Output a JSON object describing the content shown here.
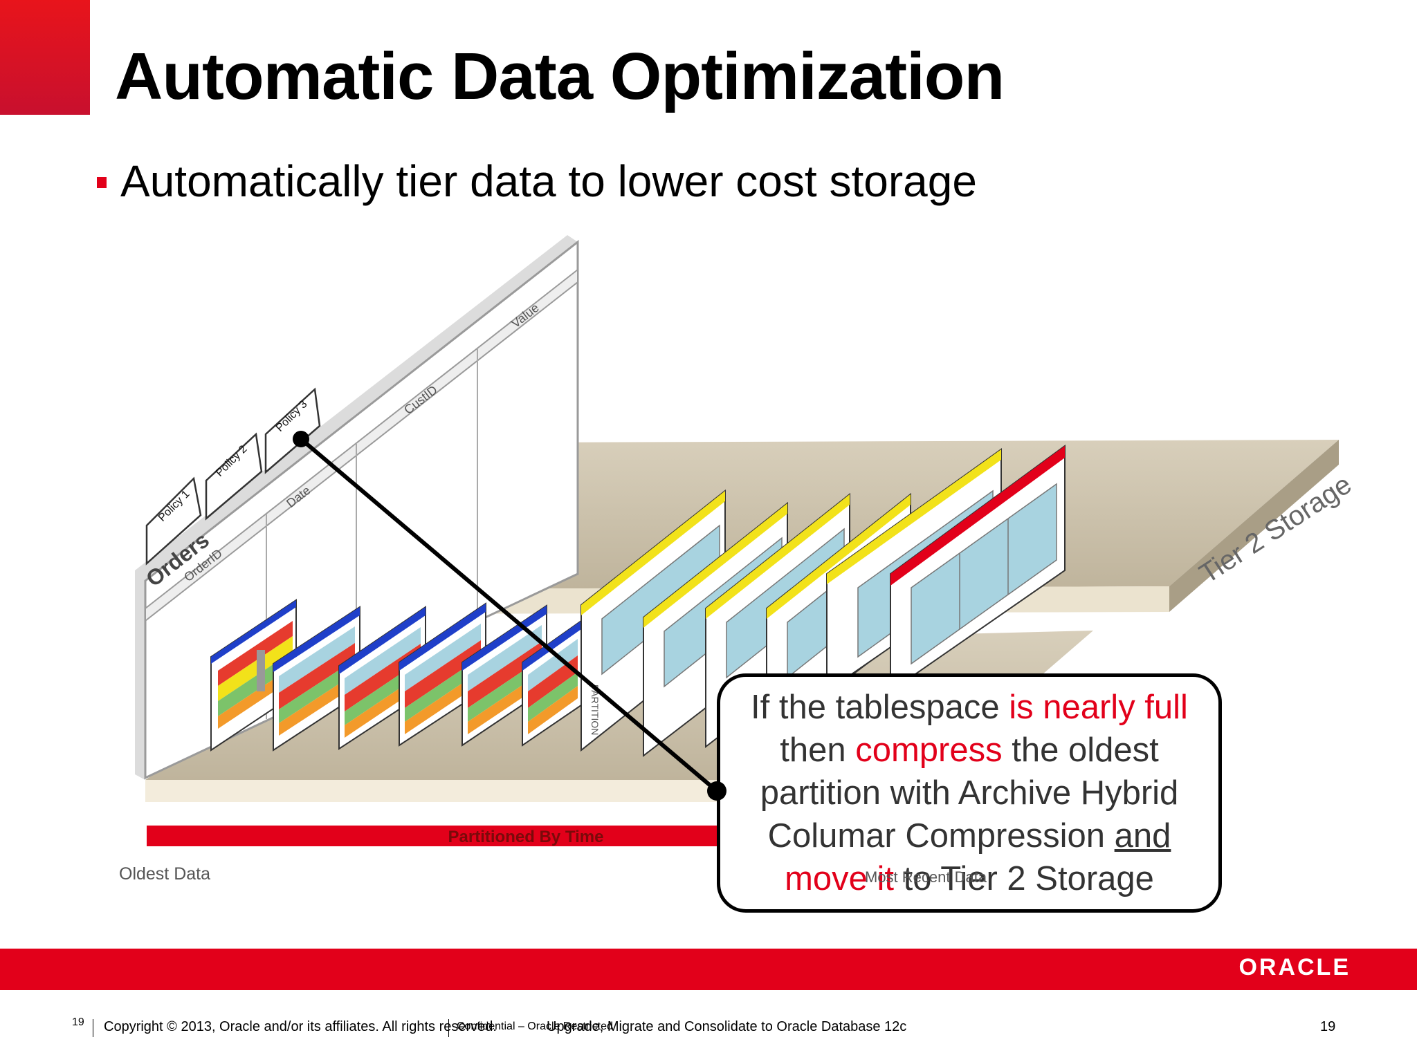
{
  "slide": {
    "title": "Automatic Data Optimization",
    "bullet": "Automatically tier data to lower cost storage"
  },
  "diagram": {
    "table_name": "Orders",
    "columns": [
      "OrderID",
      "Date",
      "CustID",
      "Value"
    ],
    "policies": [
      "Policy 1",
      "Policy 2",
      "Policy 3"
    ],
    "partition_label": "PARTITION",
    "timeline_label": "Partitioned By Time",
    "tier2_label": "Tier 2 Storage",
    "oldest_label": "Oldest Data",
    "recent_label": "Most Recent Data"
  },
  "callout": {
    "line1_a": "If the tablespace ",
    "line1_b": "is nearly full",
    "line2_a": "then ",
    "line2_b": "compress",
    "line2_c": " the oldest",
    "line3": "partition with Archive Hybrid",
    "line4_a": "Columar Compression ",
    "line4_b": "and",
    "line5_a": "move it",
    "line5_b": " to Tier 2 Storage"
  },
  "footer": {
    "page_left": "19",
    "copyright": "Copyright © 2013, Oracle and/or its affiliates. All rights reserved.",
    "classification": "Confidential – Oracle Restricted",
    "subtitle": "Upgrade, Migrate and Consolidate to Oracle Database 12c",
    "page_right": "19",
    "logo_text": "ORACLE"
  },
  "colors": {
    "oracle_red": "#e2001a",
    "partition_blue": "#1f3fc9",
    "partition_yellow": "#f2e21a",
    "platform_tan": "#c9bfa9",
    "cell_blue": "#a8d3e0"
  }
}
